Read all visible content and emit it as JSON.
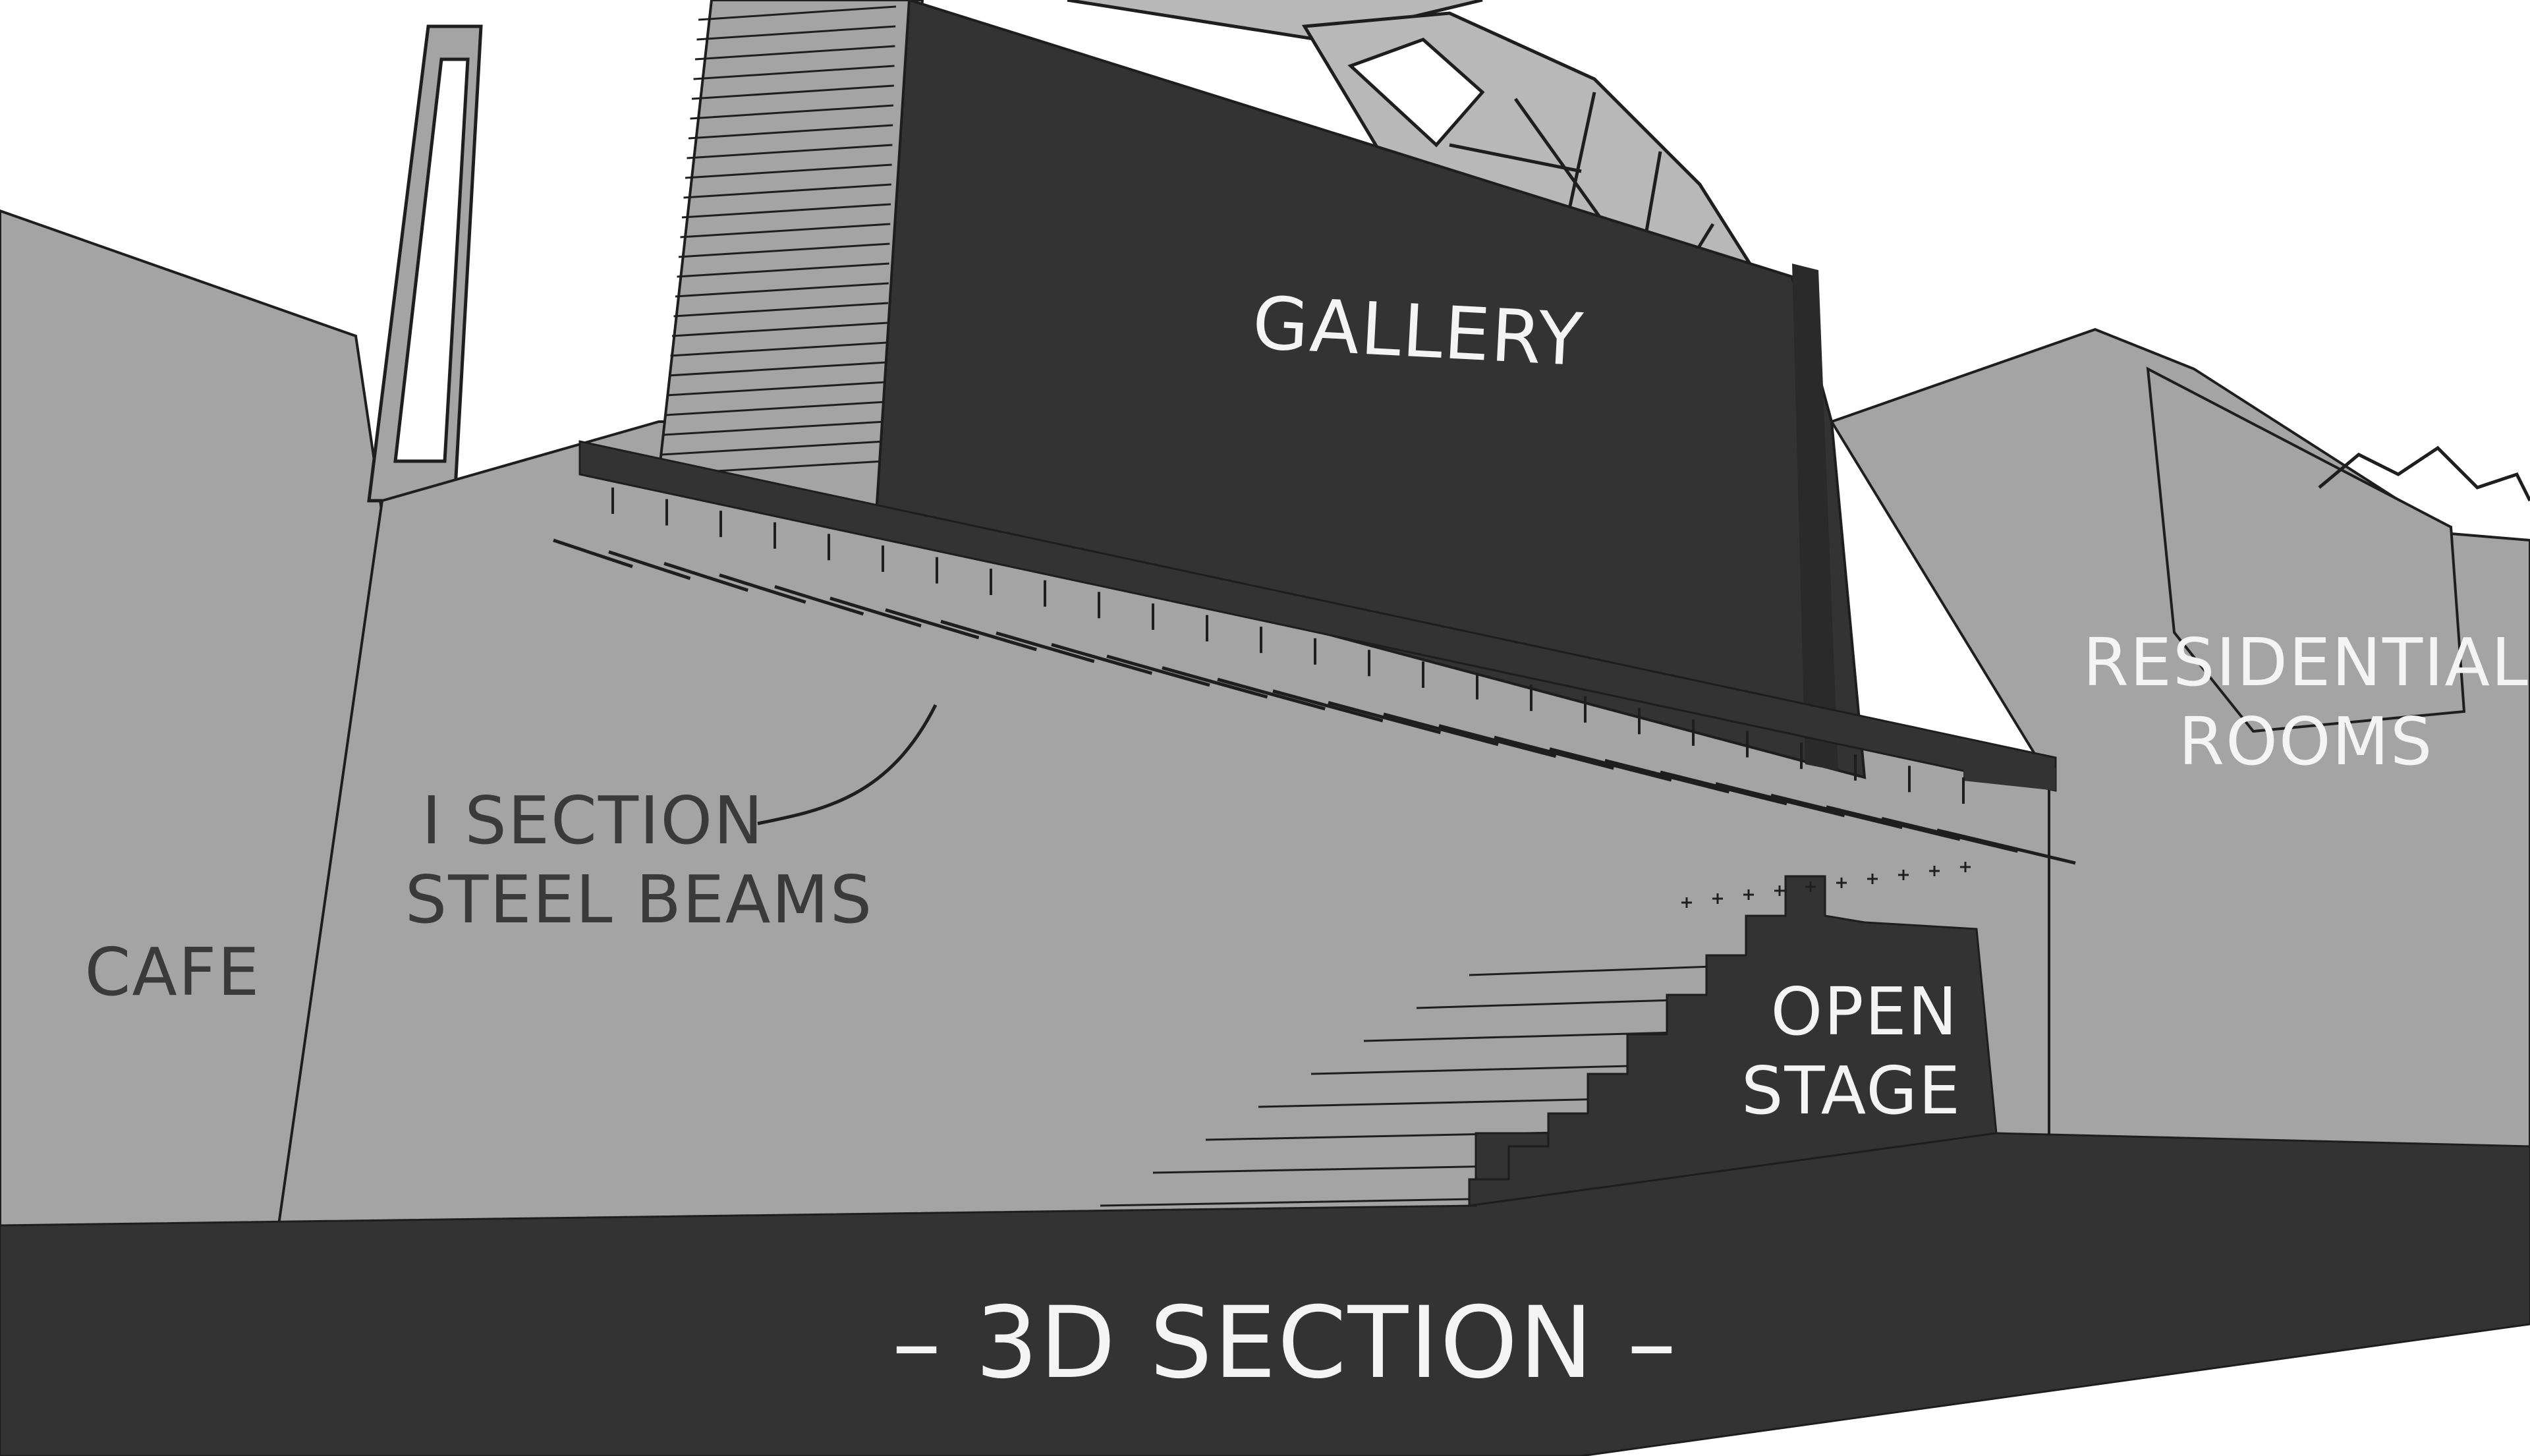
{
  "labels": {
    "gallery": "GALLERY",
    "residential_line1": "RESIDENTIAL",
    "residential_line2": "ROOMS",
    "steel_beams_line1": "I SECTION",
    "steel_beams_line2": "STEEL BEAMS",
    "cafe": "CAFE",
    "open_stage_line1": "OPEN",
    "open_stage_line2": "STAGE",
    "title": "– 3D SECTION –"
  },
  "colors": {
    "background": "#ffffff",
    "wall_grey": "#a4a4a4",
    "dark_block": "#333333",
    "line": "#1e1e1e",
    "light_text": "#f4f4f4",
    "dark_text": "#3a3a3a"
  }
}
